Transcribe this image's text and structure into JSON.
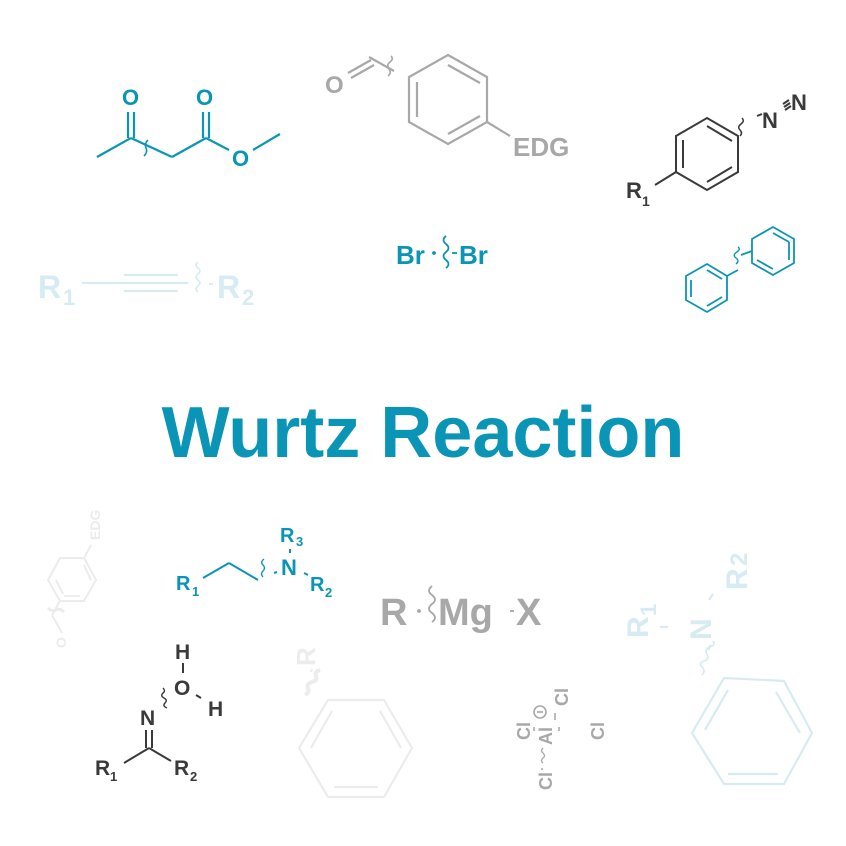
{
  "title": "Wurtz Reaction",
  "colors": {
    "teal": "#0a95b6",
    "gray": "#a8a8a8",
    "dark": "#3a3a3a",
    "faint_teal": "#d6ecf2",
    "faint_gray": "#ececec"
  },
  "structures": {
    "methyl_acetoacetate": {
      "o1": "O",
      "o2": "O",
      "o3": "O"
    },
    "benzaldehyde_edg": {
      "o": "O",
      "edg": "EDG"
    },
    "diazonium": {
      "r": "R",
      "r_sub": "1",
      "n1": "N",
      "n2": "N"
    },
    "alkyne": {
      "r1": "R",
      "r1_sub": "1",
      "r2": "R",
      "r2_sub": "2"
    },
    "bromine": {
      "br1": "Br",
      "br2": "Br"
    },
    "biphenyl": {},
    "benzaldehyde_rotated": {
      "o": "O",
      "edg": "EDG"
    },
    "amine": {
      "r1": "R",
      "r1_sub": "1",
      "r2": "R",
      "r2_sub": "2",
      "r3": "R",
      "r3_sub": "3",
      "n": "N"
    },
    "grignard": {
      "r": "R",
      "mg": "Mg",
      "x": "X"
    },
    "aniline": {
      "r1": "R",
      "r1_sub": "1",
      "r2": "R",
      "r2_sub": "2",
      "n": "N"
    },
    "oxime": {
      "h1": "H",
      "o": "O",
      "h2": "H",
      "n": "N",
      "r1": "R",
      "r1_sub": "1",
      "r2": "R",
      "r2_sub": "2"
    },
    "phenyl_r": {
      "r": "R"
    },
    "tetrachloroaluminate": {
      "cl1": "Cl",
      "cl2": "Cl",
      "cl3": "Cl",
      "cl4": "Cl",
      "al": "Al",
      "charge": "−"
    }
  }
}
